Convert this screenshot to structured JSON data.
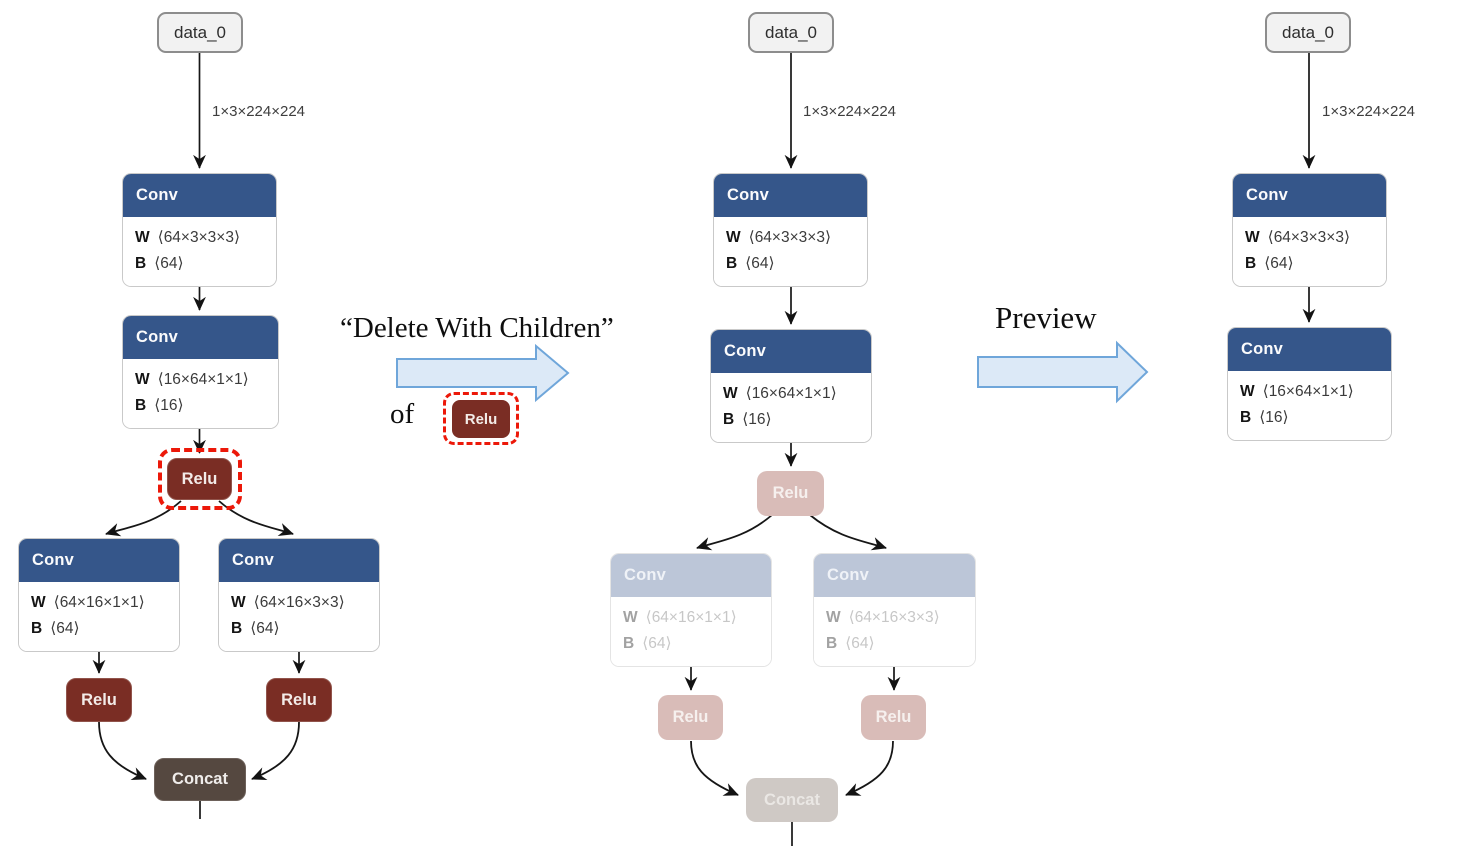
{
  "figure": {
    "operation_label": "“Delete With Children”",
    "operation_prefix": "of",
    "operation_target_node": "Relu",
    "preview_label": "Preview"
  },
  "colors": {
    "conv_header": "#35568a",
    "relu_fill": "#7a2d24",
    "concat_fill": "#554840",
    "faded_conv_header": "#bcc6d8",
    "faded_relu_fill": "#d9bcb8",
    "faded_concat_fill": "#cfc9c5",
    "selection_dash_red": "#ec1809",
    "block_arrow_fill": "#dce9f7",
    "block_arrow_stroke": "#6fa6da",
    "io_node_fill": "#f2f2f2"
  },
  "original": {
    "input_name": "data_0",
    "input_shape": "1×3×224×224",
    "conv1": {
      "title": "Conv",
      "w_key": "W",
      "w_val": "⟨64×3×3×3⟩",
      "b_key": "B",
      "b_val": "⟨64⟩"
    },
    "conv2": {
      "title": "Conv",
      "w_key": "W",
      "w_val": "⟨16×64×1×1⟩",
      "b_key": "B",
      "b_val": "⟨16⟩"
    },
    "relu": {
      "title": "Relu"
    },
    "conv_branch_left": {
      "title": "Conv",
      "w_key": "W",
      "w_val": "⟨64×16×1×1⟩",
      "b_key": "B",
      "b_val": "⟨64⟩"
    },
    "conv_branch_right": {
      "title": "Conv",
      "w_key": "W",
      "w_val": "⟨64×16×3×3⟩",
      "b_key": "B",
      "b_val": "⟨64⟩"
    },
    "relu_left": {
      "title": "Relu"
    },
    "relu_right": {
      "title": "Relu"
    },
    "concat": {
      "title": "Concat"
    }
  },
  "marked": {
    "input_name": "data_0",
    "input_shape": "1×3×224×224",
    "conv1": {
      "title": "Conv",
      "w_key": "W",
      "w_val": "⟨64×3×3×3⟩",
      "b_key": "B",
      "b_val": "⟨64⟩"
    },
    "conv2": {
      "title": "Conv",
      "w_key": "W",
      "w_val": "⟨16×64×1×1⟩",
      "b_key": "B",
      "b_val": "⟨16⟩"
    },
    "relu": {
      "title": "Relu"
    },
    "conv_branch_left": {
      "title": "Conv",
      "w_key": "W",
      "w_val": "⟨64×16×1×1⟩",
      "b_key": "B",
      "b_val": "⟨64⟩"
    },
    "conv_branch_right": {
      "title": "Conv",
      "w_key": "W",
      "w_val": "⟨64×16×3×3⟩",
      "b_key": "B",
      "b_val": "⟨64⟩"
    },
    "relu_left": {
      "title": "Relu"
    },
    "relu_right": {
      "title": "Relu"
    },
    "concat": {
      "title": "Concat"
    }
  },
  "preview": {
    "input_name": "data_0",
    "input_shape": "1×3×224×224",
    "conv1": {
      "title": "Conv",
      "w_key": "W",
      "w_val": "⟨64×3×3×3⟩",
      "b_key": "B",
      "b_val": "⟨64⟩"
    },
    "conv2": {
      "title": "Conv",
      "w_key": "W",
      "w_val": "⟨16×64×1×1⟩",
      "b_key": "B",
      "b_val": "⟨16⟩"
    }
  }
}
